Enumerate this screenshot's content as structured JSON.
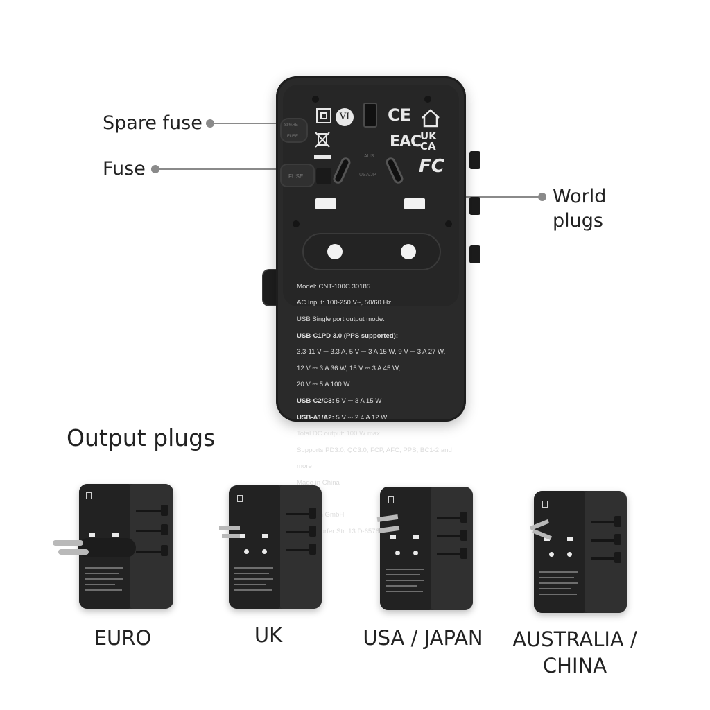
{
  "callouts": {
    "spare_fuse": "Spare fuse",
    "fuse": "Fuse",
    "world_plugs_line1": "World",
    "world_plugs_line2": "plugs"
  },
  "device_label": {
    "model": "Model: CNT-100C 30185",
    "ac_input": "AC Input: 100-250 V~, 50/60 Hz",
    "usb_mode": "USB Single port output mode:",
    "usb_c1_heading": "USB-C1PD 3.0 (PPS supported):",
    "usb_c1_line1": "3.3-11 V ⎓ 3.3 A, 5 V ⎓ 3 A 15 W, 9 V ⎓ 3 A 27 W,",
    "usb_c1_line2": "12 V ⎓ 3 A 36 W, 15 V ⎓ 3 A 45 W,",
    "usb_c1_line3": "20 V ⎓ 5 A 100 W",
    "usb_c2c3_heading": "USB-C2/C3:",
    "usb_c2c3_value": " 5 V ⎓ 3 A 15 W",
    "usb_a_heading": "USB-A1/A2:",
    "usb_a_value": " 5 V ⎓ 2.4 A 12 W",
    "total_output": "Total DC output: 100 W max",
    "supports": "Supports PD3.0, QC3.0, FCP, AFC, PPS, BC1-2 and",
    "supports_more": "more",
    "made_in": "Made in China",
    "company": "Verbatim GmbH",
    "address": "Düsseldorfer Str. 13 D-65760 Eschborn, Germany"
  },
  "device_marks": {
    "ce": "CE",
    "eac": "EAC",
    "ukca_top": "UK",
    "ukca_bottom": "CA",
    "fc": "FC",
    "vi": "VI",
    "spare_fuse_tag_1": "SPARE",
    "spare_fuse_tag_2": "FUSE",
    "fuse_tag": "FUSE",
    "aus_tag": "AUS",
    "usa_jp_tag": "USA/JP"
  },
  "section_title": "Output plugs",
  "plug_types": [
    {
      "label": "EURO"
    },
    {
      "label": "UK"
    },
    {
      "label": "USA / JAPAN"
    },
    {
      "label_line1": "AUSTRALIA /",
      "label_line2": "CHINA"
    }
  ]
}
